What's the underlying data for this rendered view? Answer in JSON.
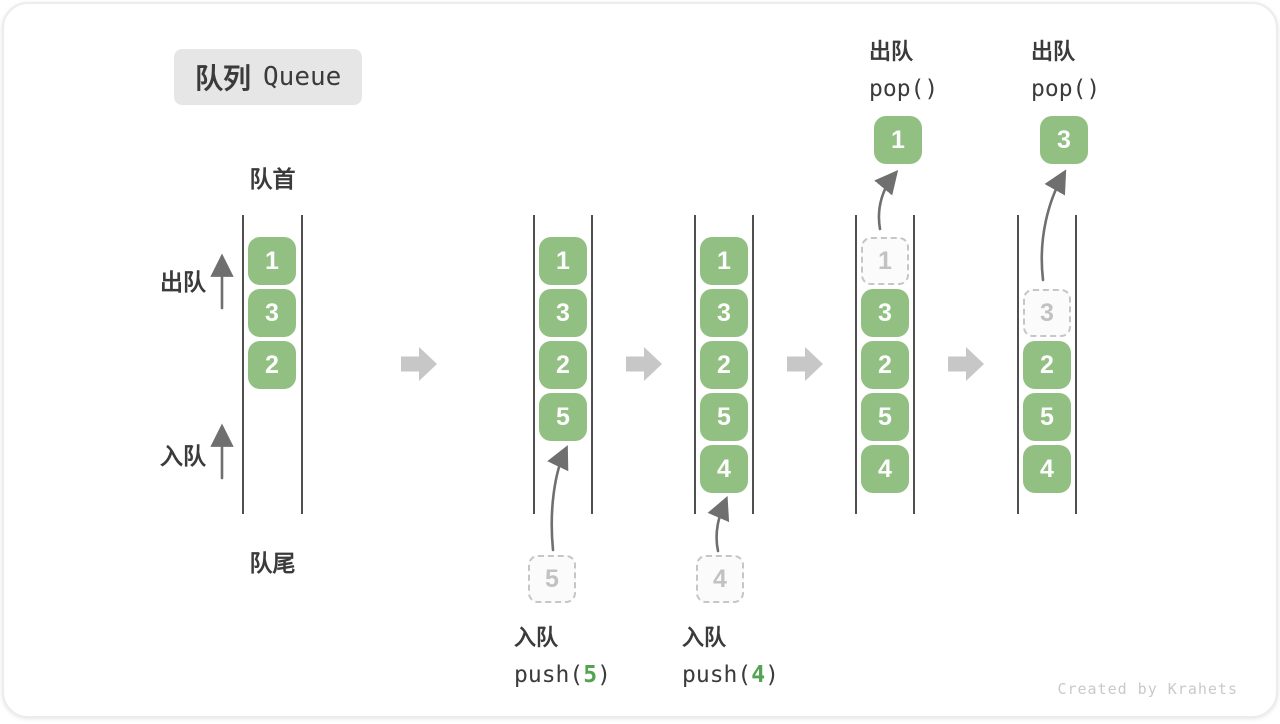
{
  "title": {
    "zh": "队列",
    "en": "Queue"
  },
  "labels": {
    "front": "队首",
    "rear": "队尾",
    "dequeue": "出队",
    "enqueue": "入队"
  },
  "columns": [
    {
      "boxes": [
        "1",
        "3",
        "2"
      ]
    },
    {
      "boxes": [
        "1",
        "3",
        "2",
        "5"
      ]
    },
    {
      "boxes": [
        "1",
        "3",
        "2",
        "5",
        "4"
      ]
    },
    {
      "ghost": "1",
      "boxes": [
        "3",
        "2",
        "5",
        "4"
      ]
    },
    {
      "ghost": "3",
      "boxes": [
        "2",
        "5",
        "4"
      ]
    }
  ],
  "incoming": [
    {
      "value": "5"
    },
    {
      "value": "4"
    }
  ],
  "popped": [
    {
      "value": "1"
    },
    {
      "value": "3"
    }
  ],
  "operations": {
    "push5": {
      "label": "入队",
      "prefix": "push(",
      "arg": "5",
      "suffix": ")"
    },
    "push4": {
      "label": "入队",
      "prefix": "push(",
      "arg": "4",
      "suffix": ")"
    },
    "pop1": {
      "label": "出队",
      "code": "pop()"
    },
    "pop2": {
      "label": "出队",
      "code": "pop()"
    }
  },
  "watermark": "Created by Krahets",
  "colors": {
    "box_green": "#92c083",
    "code_green": "#52a352",
    "block_arrow": "#c7c7c7",
    "thin_arrow": "#6f6f6f",
    "line_dark": "#4f4f4f",
    "ghost_gray": "#c6c6c6",
    "text_dark": "#3b3b3b",
    "badge_bg": "#e6e6e6",
    "watermark": "#c9c9c9"
  }
}
